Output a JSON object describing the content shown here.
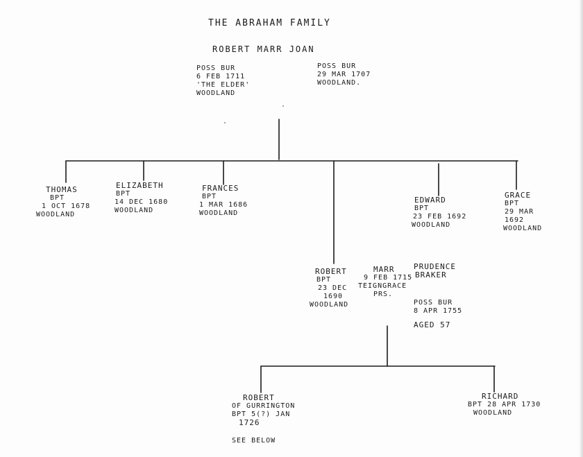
{
  "title": "THE ABRAHAM FAMILY",
  "parents": {
    "couple": "ROBERT MARR JOAN",
    "robert_notes": [
      "POSS BUR",
      "6 FEB 1711",
      "'THE ELDER'",
      "WOODLAND"
    ],
    "joan_notes": [
      "POSS BUR",
      "29 MAR 1707",
      "WOODLAND."
    ]
  },
  "children": {
    "thomas": [
      "THOMAS",
      "BPT",
      "1 OCT 1678",
      "WOODLAND"
    ],
    "elizabeth": [
      "ELIZABETH",
      "BPT",
      "14 DEC 1680",
      "WOODLAND"
    ],
    "frances": [
      "FRANCES",
      "BPT",
      "1 MAR 1686",
      "WOODLAND"
    ],
    "edward": [
      "EDWARD",
      "BPT",
      "23 FEB 1692",
      "WOODLAND"
    ],
    "grace": [
      "GRACE",
      "BPT",
      "29 MAR",
      "1692",
      "WOODLAND"
    ],
    "robert": [
      "ROBERT",
      "BPT",
      "23 DEC",
      "1690",
      "WOODLAND"
    ]
  },
  "marriage2": {
    "marr": [
      "MARR",
      "9 FEB 1715",
      "TEIGNGRACE",
      "PRS."
    ],
    "prudence": [
      "PRUDENCE",
      "BRAKER"
    ],
    "prudence_notes": [
      "POSS BUR",
      "8 APR 1755"
    ],
    "age": "AGED 57"
  },
  "grandchildren": {
    "robert": [
      "ROBERT",
      "OF GURRINGTON",
      "BPT 5(?) JAN",
      "1726"
    ],
    "robert_note": "SEE BELOW",
    "richard": [
      "RICHARD",
      "BPT 28 APR 1730",
      "WOODLAND"
    ]
  }
}
